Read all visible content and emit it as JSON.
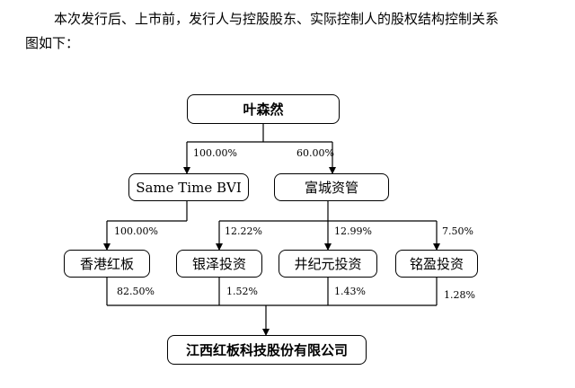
{
  "intro": {
    "line1": "本次发行后、上市前，发行人与控股股东、实际控制人的股权结构控制关系",
    "line2": "图如下："
  },
  "nodes": {
    "top": "叶森然",
    "bvi": "Same Time BVI",
    "fucheng": "富城资管",
    "xianggang": "香港红板",
    "yinze": "银泽投资",
    "jingjiyuan": "井纪元投资",
    "mingying": "铭盈投资",
    "company": "江西红板科技股份有限公司"
  },
  "edges": {
    "top_to_bvi": "100.00%",
    "top_to_fucheng": "60.00%",
    "bvi_to_xianggang": "100.00%",
    "fucheng_to_yinze": "12.22%",
    "fucheng_to_jingjiyuan": "12.99%",
    "fucheng_to_mingying": "7.50%",
    "xianggang_to_company": "82.50%",
    "yinze_to_company": "1.52%",
    "jingjiyuan_to_company": "1.43%",
    "mingying_to_company": "1.28%"
  }
}
